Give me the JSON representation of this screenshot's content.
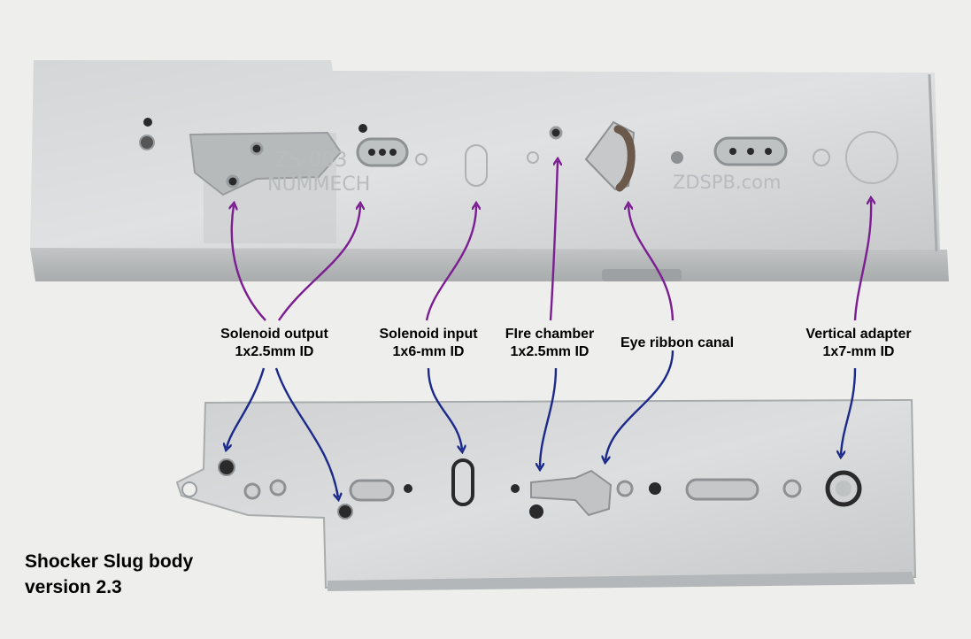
{
  "engravings": {
    "part_number": "ZS-003",
    "maker": "NUMMECH",
    "website": "ZDSPB.com"
  },
  "labels": [
    {
      "line1": "Solenoid output",
      "line2": "1x2.5mm ID"
    },
    {
      "line1": "Solenoid input",
      "line2": "1x6-mm ID"
    },
    {
      "line1": "FIre chamber",
      "line2": "1x2.5mm ID"
    },
    {
      "line1": "Eye ribbon canal",
      "line2": ""
    },
    {
      "line1": "Vertical adapter",
      "line2": "1x7-mm ID"
    }
  ],
  "caption": {
    "line1": "Shocker Slug body",
    "line2": "version 2.3"
  },
  "colors": {
    "background": "#eeeeec",
    "metal_light": "#d6d8d9",
    "metal_mid": "#c4c6c7",
    "metal_dark": "#9ea1a3",
    "hole": "#2a2a2a",
    "arrow_purple": "#7b1e92",
    "arrow_navy": "#1b2a8a"
  }
}
